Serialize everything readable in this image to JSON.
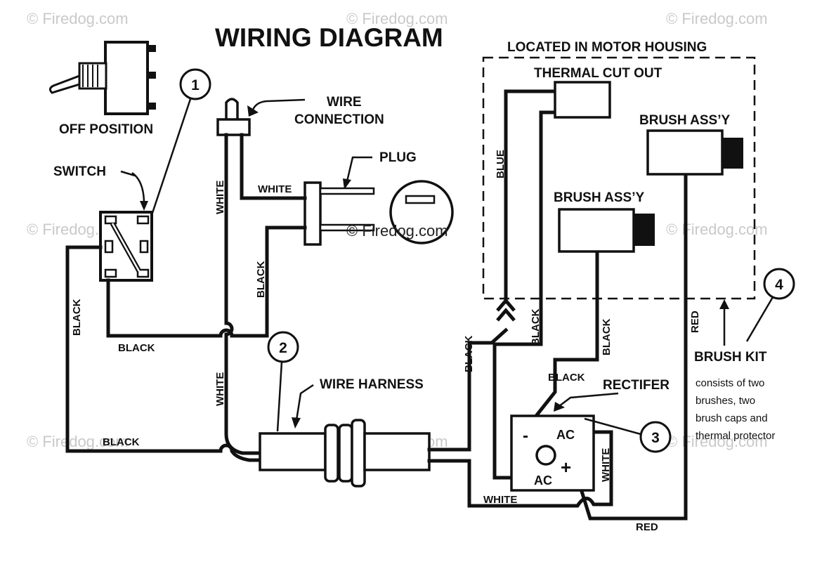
{
  "title": "WIRING DIAGRAM",
  "watermark": "© Firedog.com",
  "labels": {
    "off_position": "OFF POSITION",
    "switch": "SWITCH",
    "wire_connection_1": "WIRE",
    "wire_connection_2": "CONNECTION",
    "plug": "PLUG",
    "wire_harness": "WIRE HARNESS",
    "located_in_motor_housing": "LOCATED IN MOTOR HOUSING",
    "thermal_cut_out": "THERMAL CUT OUT",
    "brush_assy_top": "BRUSH ASS’Y",
    "brush_assy_mid": "BRUSH ASS’Y",
    "rectifier": "RECTIFER",
    "brush_kit": "BRUSH KIT",
    "brush_kit_desc": [
      "consists of two",
      "brushes, two",
      "brush caps and",
      "thermal protector"
    ],
    "callout_1": "1",
    "callout_2": "2",
    "callout_3": "3",
    "callout_4": "4",
    "rect_minus": "-",
    "rect_plus": "+",
    "rect_ac_top": "AC",
    "rect_ac_bottom": "AC"
  },
  "wire_labels": {
    "white_vertical_top": "WHITE",
    "white_vertical_bottom": "WHITE",
    "white_to_plug": "WHITE",
    "black_to_plug": "BLACK",
    "black_switch_lower": "BLACK",
    "black_left_vertical": "BLACK",
    "black_bottom": "BLACK",
    "black_harness_right": "BLACK",
    "blue": "BLUE",
    "black_thermal": "BLACK",
    "black_brush": "BLACK",
    "black_rect_minus": "BLACK",
    "white_rect_ac": "WHITE",
    "white_bottom": "WHITE",
    "red_right": "RED",
    "red_bottom": "RED"
  }
}
